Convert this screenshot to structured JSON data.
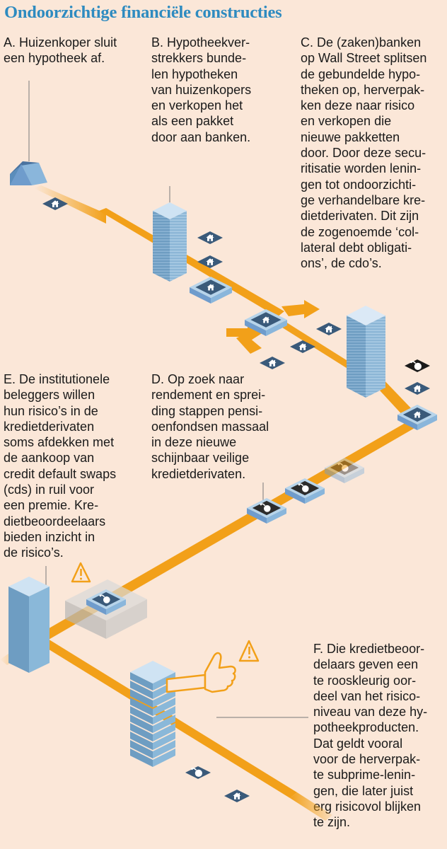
{
  "title": "Ondoorzichtige financiële constructies",
  "colors": {
    "background": "#fbe7d8",
    "title": "#2e8bc0",
    "pipe": "#f2a019",
    "tile": "#3a5a7a",
    "building": "#8cb8d8"
  },
  "steps": {
    "a": [
      "A. Huizenkoper sluit",
      "een hypotheek af."
    ],
    "b": [
      "B. Hypotheekver-",
      "strekkers bunde-",
      "len hypotheken",
      "van huizenkopers",
      "en verkopen het",
      "als een pakket",
      "door aan banken."
    ],
    "c": [
      "C. De (zaken)banken",
      "op Wall Street splitsen",
      "de gebundelde hypo-",
      "theken op, herverpak-",
      "ken deze naar risico",
      "en verkopen die",
      "nieuwe pakketten",
      "door. Door deze secu-",
      "ritisatie worden lenin-",
      "gen tot ondoorzichti-",
      "ge verhandelbare kre-",
      "dietderivaten. Dit zijn",
      "de zogenoemde ‘col-",
      "lateral debt obligati-",
      "ons’, de cdo’s."
    ],
    "d": [
      "D. Op zoek naar",
      "rendement en sprei-",
      "ding stappen pensi-",
      "oenfondsen massaal",
      "in deze nieuwe",
      "schijnbaar veilige",
      "kredietderivaten."
    ],
    "e": [
      "E. De institutionele",
      "beleggers willen",
      "hun risico’s in de",
      "kredietderivaten",
      "soms afdekken met",
      "de aankoop van",
      "credit default swaps",
      "(cds) in ruil voor",
      "een premie. Kre-",
      "dietbeoordeelaars",
      "bieden inzicht in",
      "de risico’s."
    ],
    "f": [
      "F. Die kredietbeoor-",
      "delaars geven een",
      "te rooskleurig oor-",
      "deel van het risico-",
      "niveau van deze hy-",
      "potheekproducten.",
      "Dat geldt vooral",
      "voor de herverpak-",
      "te subprime-lenin-",
      "gen, die later juist",
      "erg risicovol blijken",
      "te zijn."
    ]
  },
  "icons": {
    "house": "house-icon",
    "bomb": "bomb-icon",
    "warning": "warning-icon",
    "thumbs_up": "thumbs-up-icon",
    "office": "office-building-icon"
  }
}
